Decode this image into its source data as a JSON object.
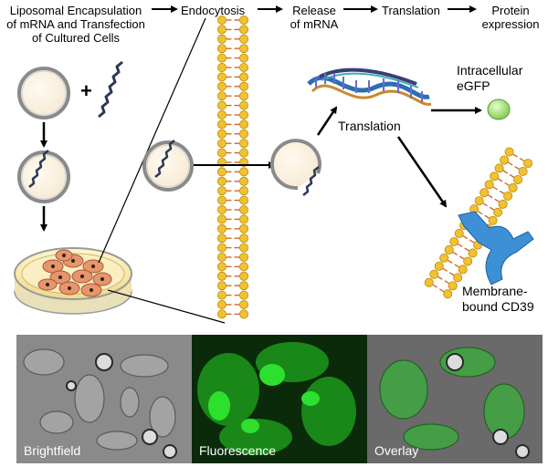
{
  "steps": {
    "step1_line1": "Liposomal Encapsulation",
    "step1_line2": "of mRNA and Transfection",
    "step1_line3": "of Cultured Cells",
    "step2": "Endocytosis",
    "step3_line1": "Release",
    "step3_line2": "of mRNA",
    "step4": "Translation",
    "step5_line1": "Protein",
    "step5_line2": "expression"
  },
  "labels": {
    "plus": "+",
    "translation": "Translation",
    "egfp_line1": "Intracellular",
    "egfp_line2": "eGFP",
    "cd39_line1": "Membrane-",
    "cd39_line2": "bound CD39"
  },
  "panels": {
    "brightfield": "Brightfield",
    "fluorescence": "Fluorescence",
    "overlay": "Overlay"
  },
  "colors": {
    "lipid_head": "#f2c12e",
    "lipid_tail": "#d06a2a",
    "egfp": "#a8e07a",
    "cd39": "#3d8fd6",
    "fluorescence": "#2ee02e"
  }
}
